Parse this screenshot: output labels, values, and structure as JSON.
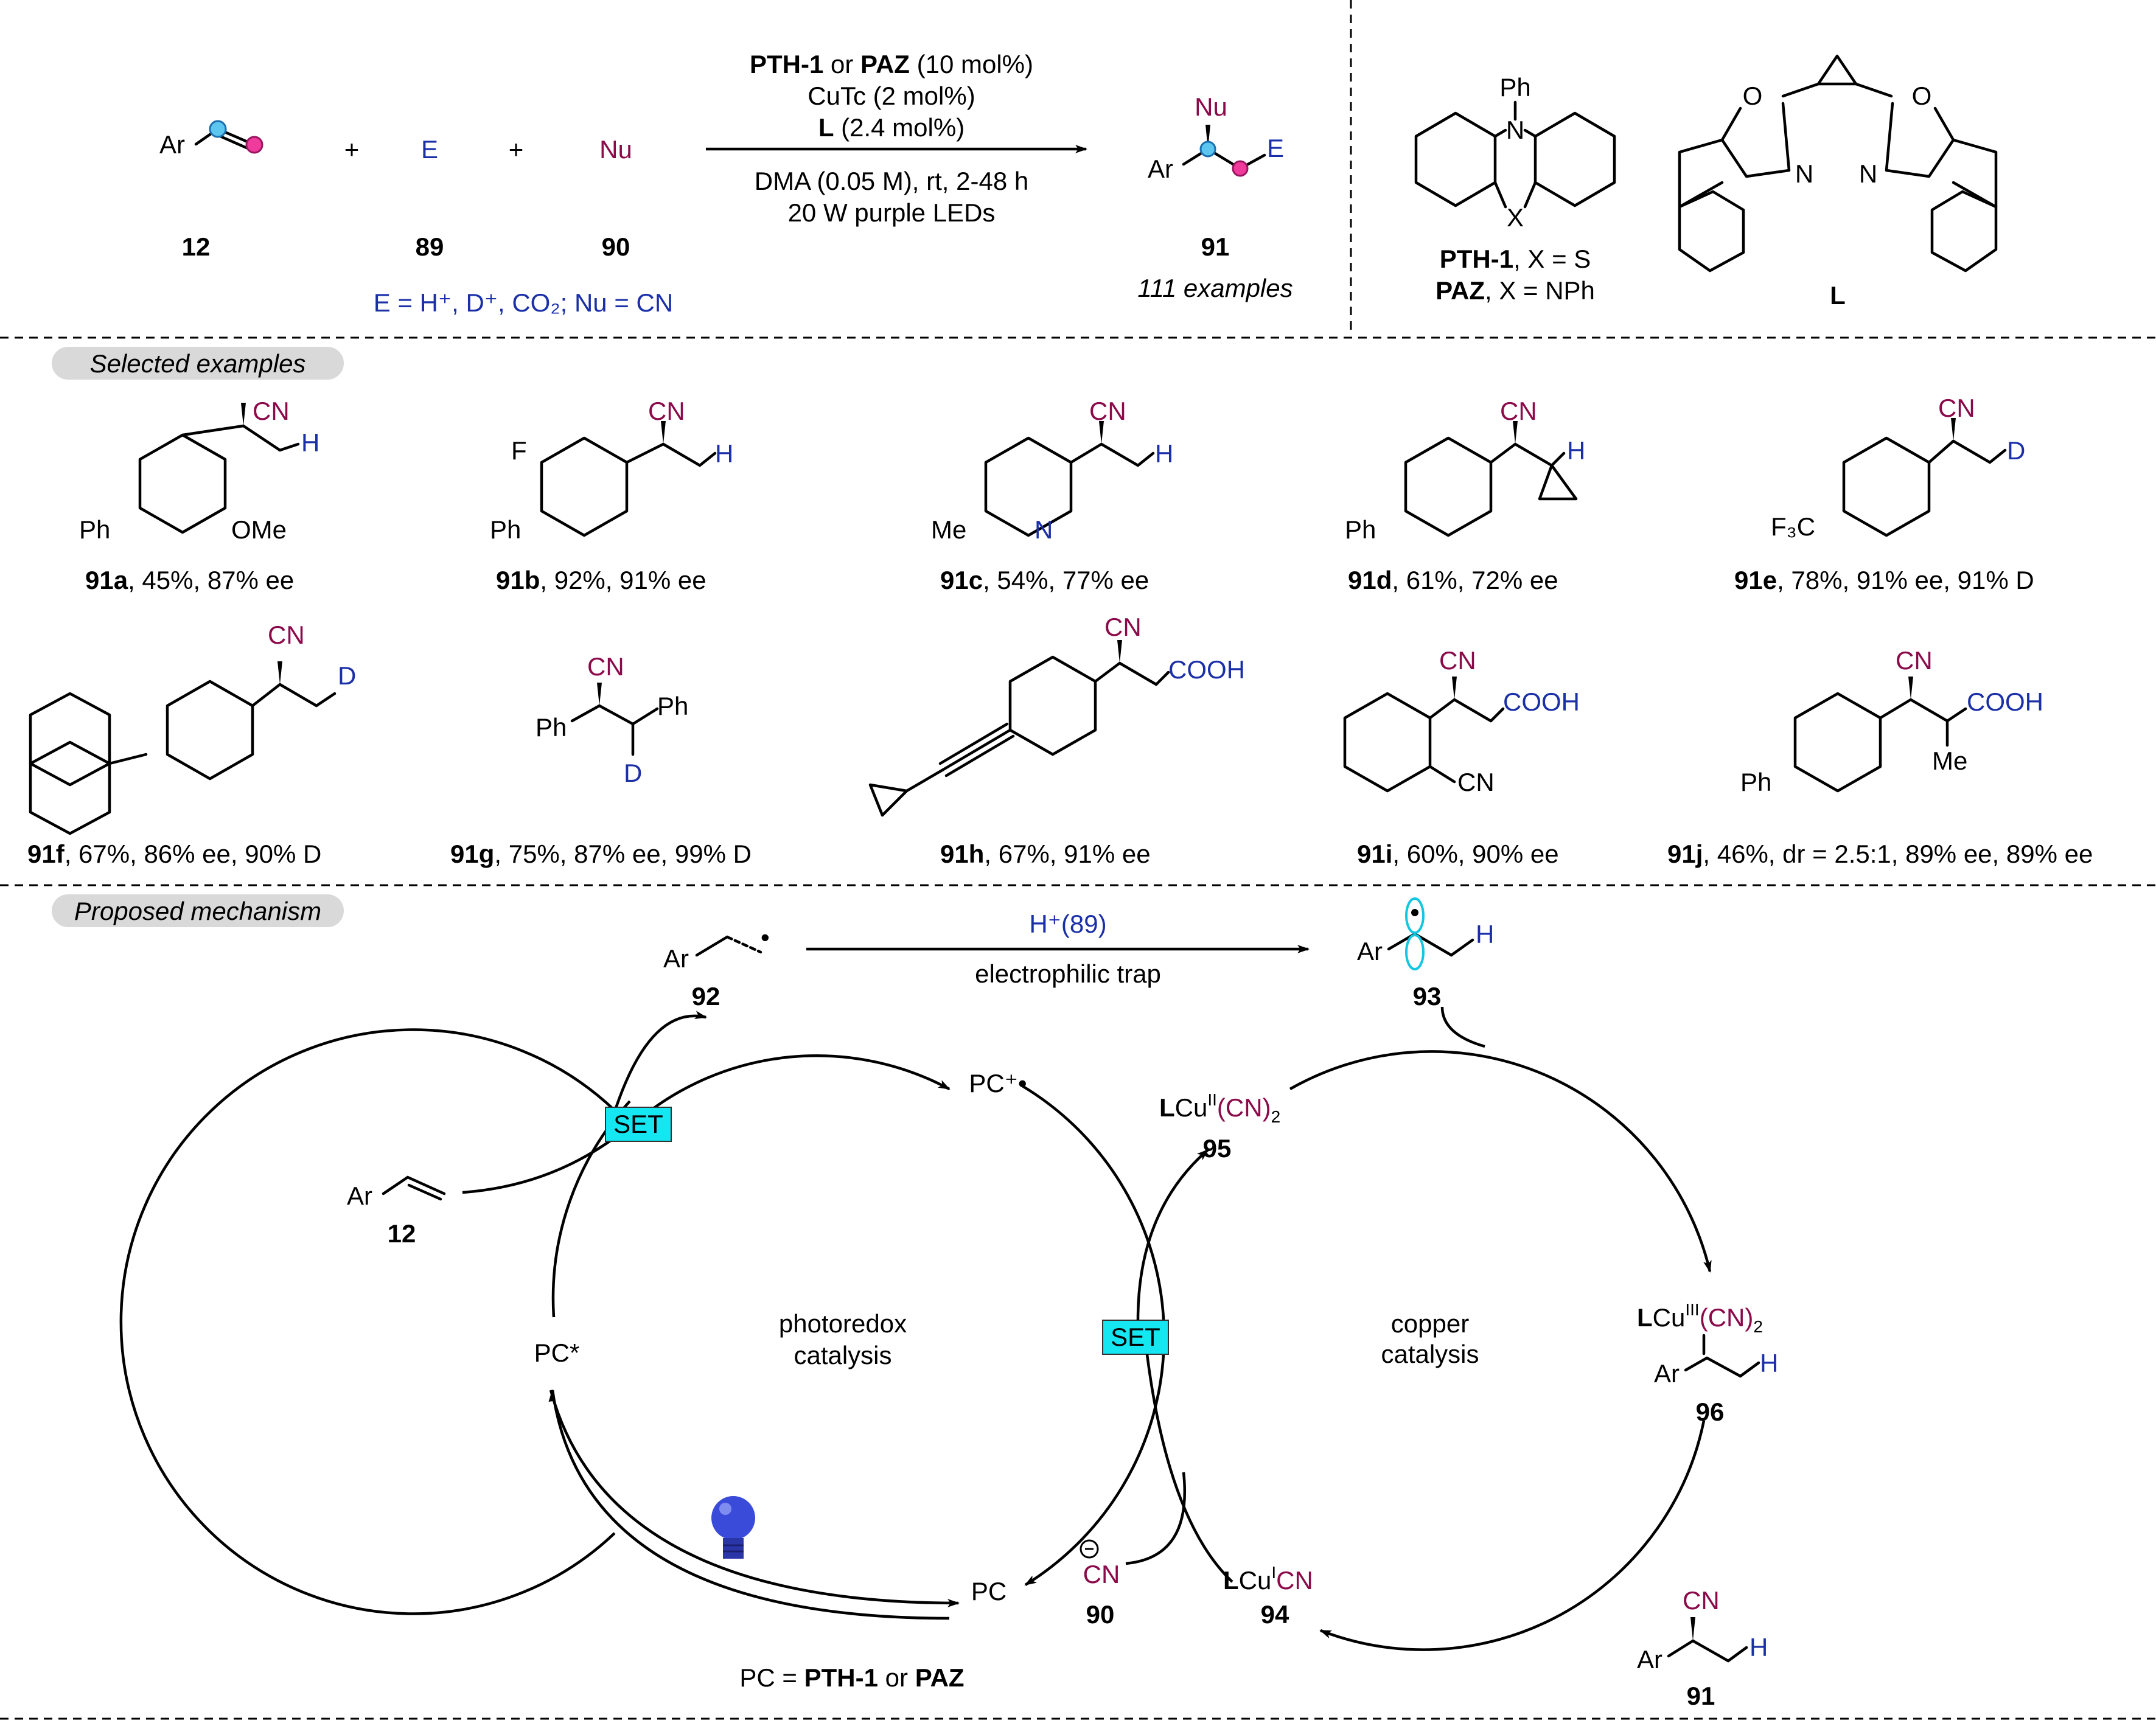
{
  "scheme": {
    "reactants": {
      "alkene_label": "Ar",
      "alkene_id": "12",
      "plus": "+",
      "electrophile": "E",
      "electrophile_id": "89",
      "nucleophile": "Nu",
      "nucleophile_id": "90",
      "scope_note": "E = H⁺, D⁺, CO₂; Nu = CN"
    },
    "conditions": {
      "line1_bold_a": "PTH-1",
      "line1_mid": " or ",
      "line1_bold_b": "PAZ",
      "line1_end": " (10 mol%)",
      "line2": "CuTc (2 mol%)",
      "line3_bold": "L",
      "line3_end": " (2.4 mol%)",
      "line4": "DMA (0.05 M), rt, 2-48 h",
      "line5": "20 W purple LEDs"
    },
    "product": {
      "id": "91",
      "examples": "111 examples",
      "nu": "Nu",
      "e": "E",
      "ar": "Ar"
    },
    "catalysts": {
      "ph": "Ph",
      "n": "N",
      "x": "X",
      "pth_bold": "PTH-1",
      "pth_rest": ", X = S",
      "paz_bold": "PAZ",
      "paz_rest": ", X = NPh",
      "ligand": "L",
      "o": "O"
    }
  },
  "selected_examples": {
    "header": "Selected examples",
    "items": [
      {
        "id": "91a",
        "result": ", 45%, 87% ee"
      },
      {
        "id": "91b",
        "result": ", 92%, 91% ee"
      },
      {
        "id": "91c",
        "result": ", 54%, 77% ee"
      },
      {
        "id": "91d",
        "result": ", 61%, 72% ee"
      },
      {
        "id": "91e",
        "result": ", 78%, 91% ee, 91% D"
      },
      {
        "id": "91f",
        "result": ", 67%, 86% ee, 90% D"
      },
      {
        "id": "91g",
        "result": ", 75%, 87% ee, 99% D"
      },
      {
        "id": "91h",
        "result": ", 67%, 91% ee"
      },
      {
        "id": "91i",
        "result": ", 60%, 90% ee"
      },
      {
        "id": "91j",
        "result": ", 46%, dr = 2.5:1, 89% ee, 89% ee"
      }
    ],
    "atoms": {
      "cn": "CN",
      "h": "H",
      "d": "D",
      "ph": "Ph",
      "ome": "OMe",
      "f": "F",
      "me": "Me",
      "n": "N",
      "f3c": "F₃C",
      "cooh": "COOH"
    }
  },
  "mechanism": {
    "header": "Proposed mechanism",
    "arrow_top_label": "H⁺(89)",
    "arrow_bottom_label": "electrophilic trap",
    "radical_cation_id": "92",
    "radical_id": "93",
    "alkene_id": "12",
    "pc_radical_cation": "PC⁺•",
    "pc_excited": "PC*",
    "pc": "PC",
    "set": "SET",
    "photoredox_1": "photoredox",
    "photoredox_2": "catalysis",
    "copper_1": "copper",
    "copper_2": "catalysis",
    "cu2": "LCuII(CN)2",
    "cu2_id": "95",
    "cu3": "LCuIII(CN)2",
    "cu3_id": "96",
    "cu1": "LCuICN",
    "cu1_id": "94",
    "cyanide": "CN",
    "cyanide_id": "90",
    "product_id": "91",
    "pc_def_prefix": "PC = ",
    "pc_def_a": "PTH-1",
    "pc_def_mid": " or ",
    "pc_def_b": "PAZ",
    "ar": "Ar",
    "h": "H",
    "cn": "CN"
  },
  "colors": {
    "electrophile_blue": "#1a2fa8",
    "nucleophile_red": "#8b0a4a",
    "set_cyan": "#14e6f2",
    "bulb_blue": "#3b4bd9"
  }
}
